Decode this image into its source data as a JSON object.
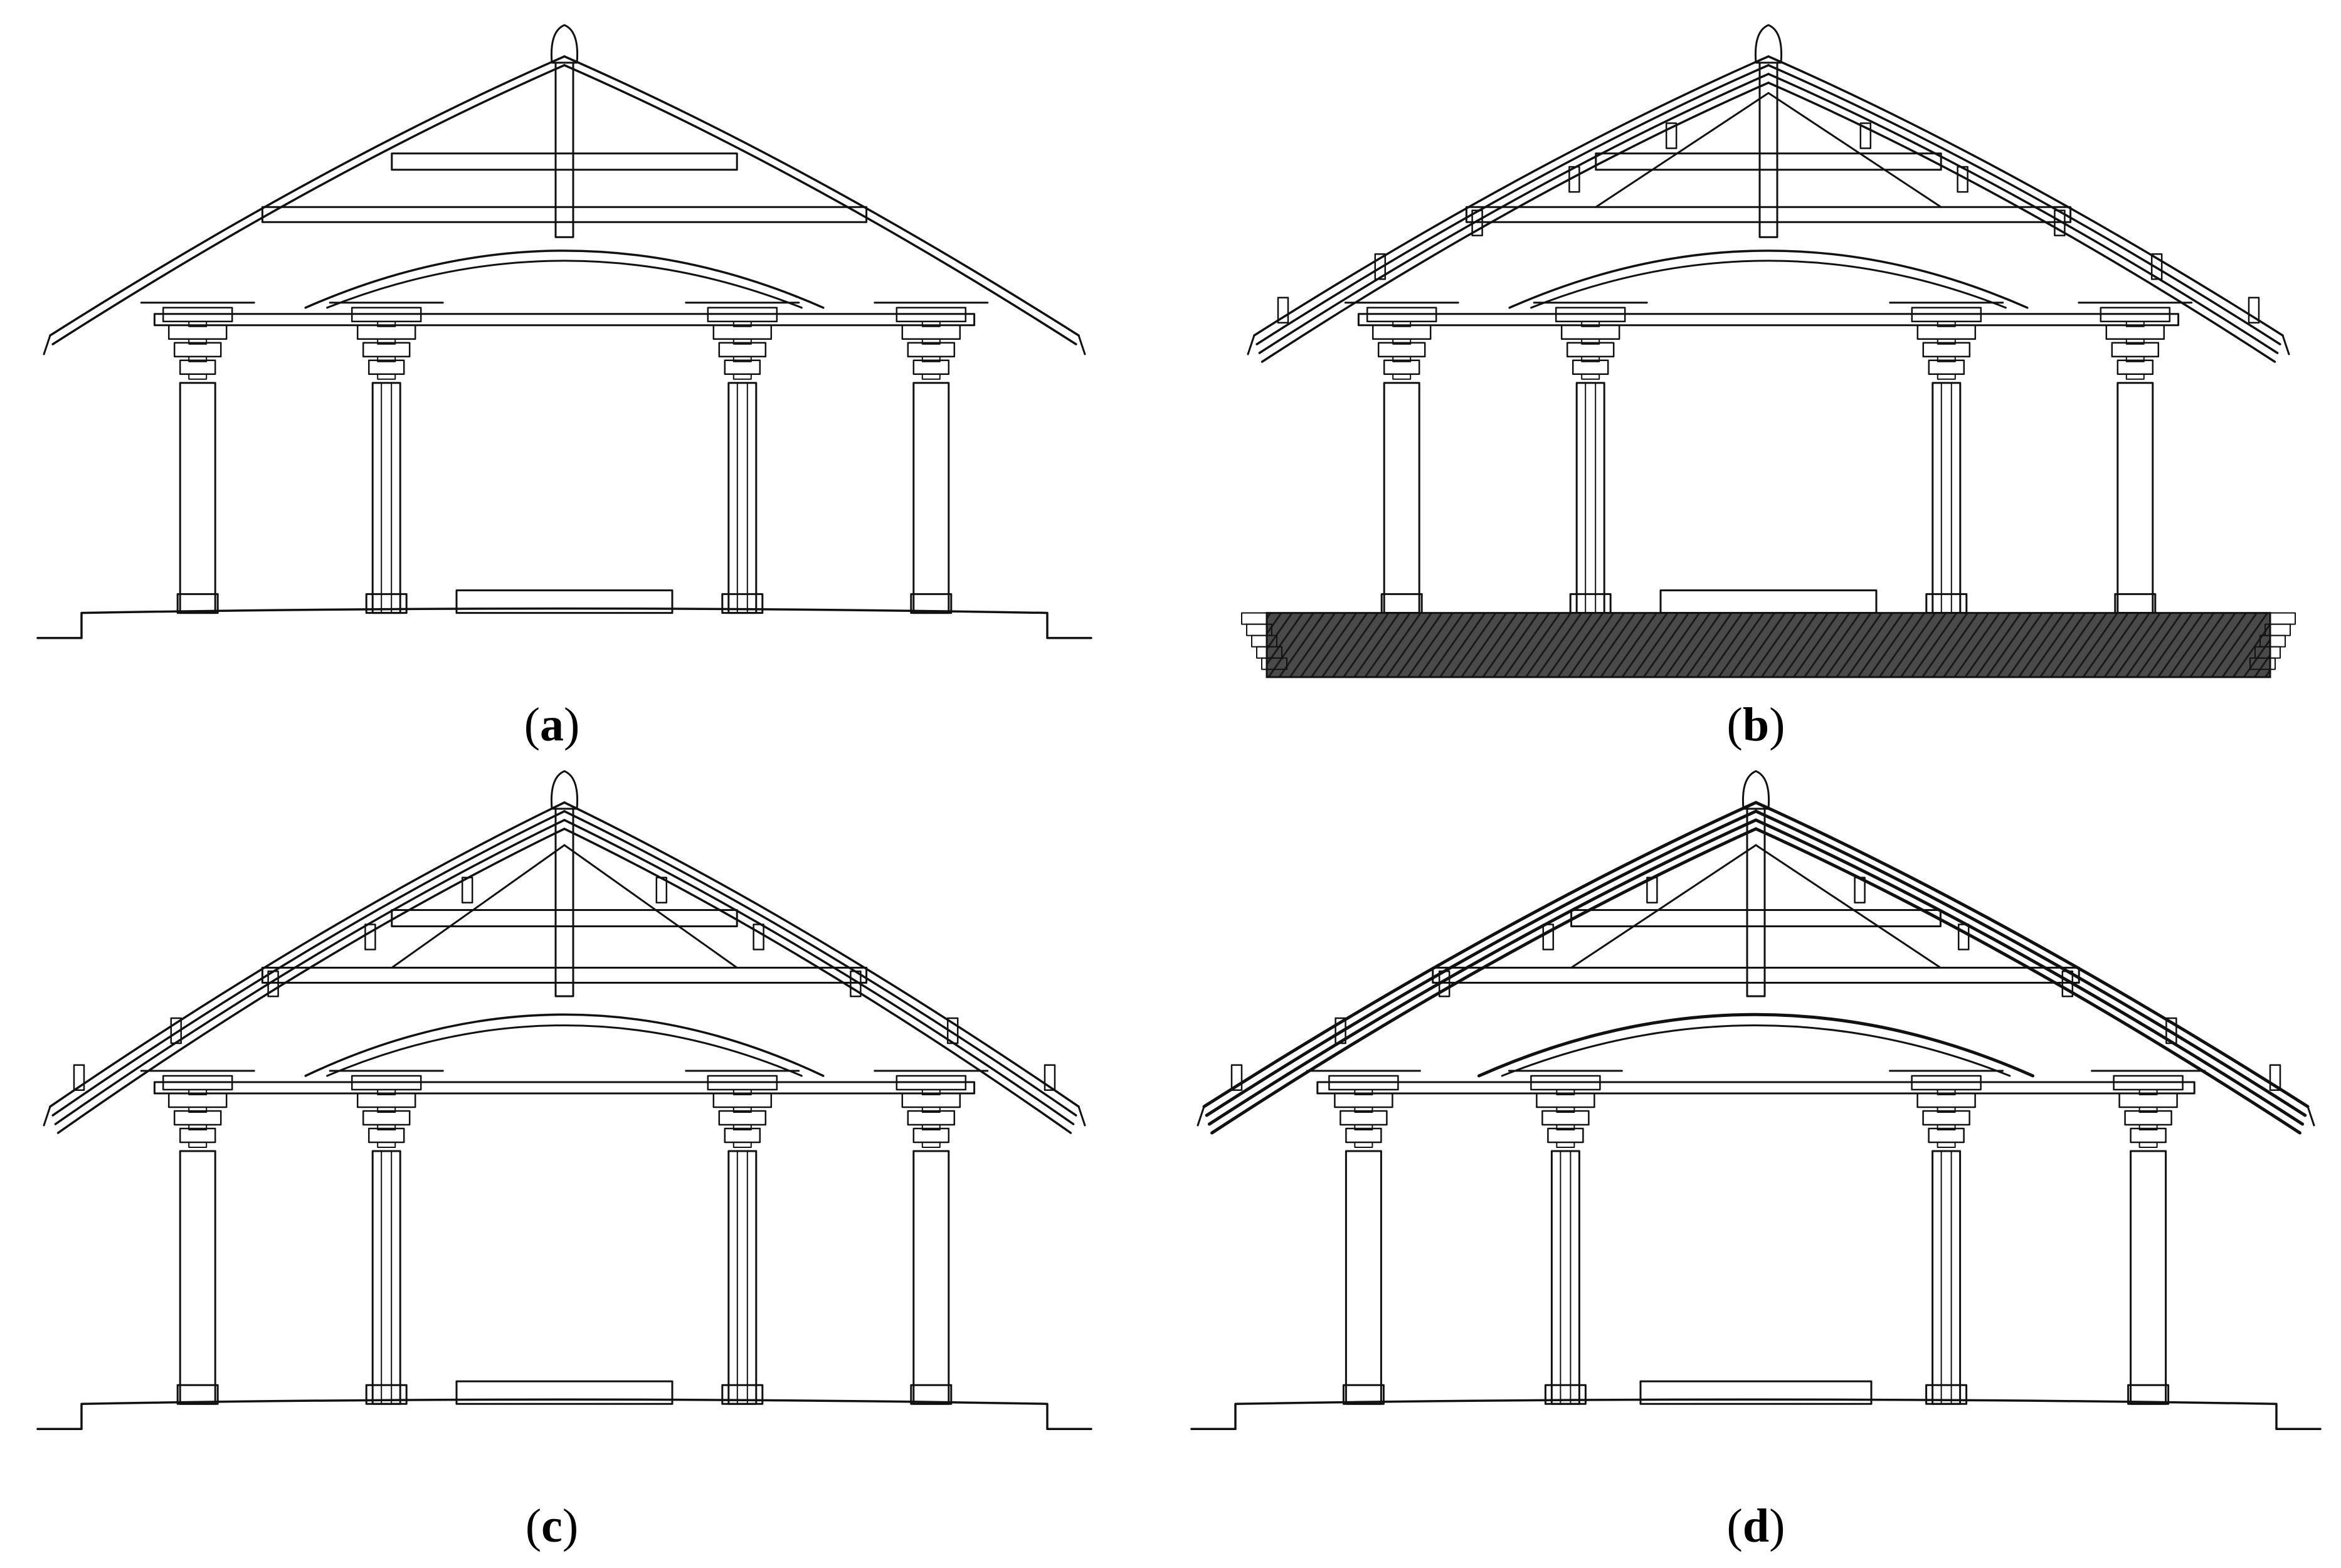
{
  "panels": [
    {
      "id": "a",
      "caption_open": "(",
      "caption_letter": "a",
      "caption_close": ")",
      "style": "plain"
    },
    {
      "id": "b",
      "caption_open": "(",
      "caption_letter": "b",
      "caption_close": ")",
      "style": "hatched-base"
    },
    {
      "id": "c",
      "caption_open": "(",
      "caption_letter": "c",
      "caption_close": ")",
      "style": "detailed"
    },
    {
      "id": "d",
      "caption_open": "(",
      "caption_letter": "d",
      "caption_close": ")",
      "style": "detailed-bold"
    }
  ],
  "colors": {
    "line": "#111111",
    "hatch": "#333333",
    "background": "#ffffff"
  }
}
